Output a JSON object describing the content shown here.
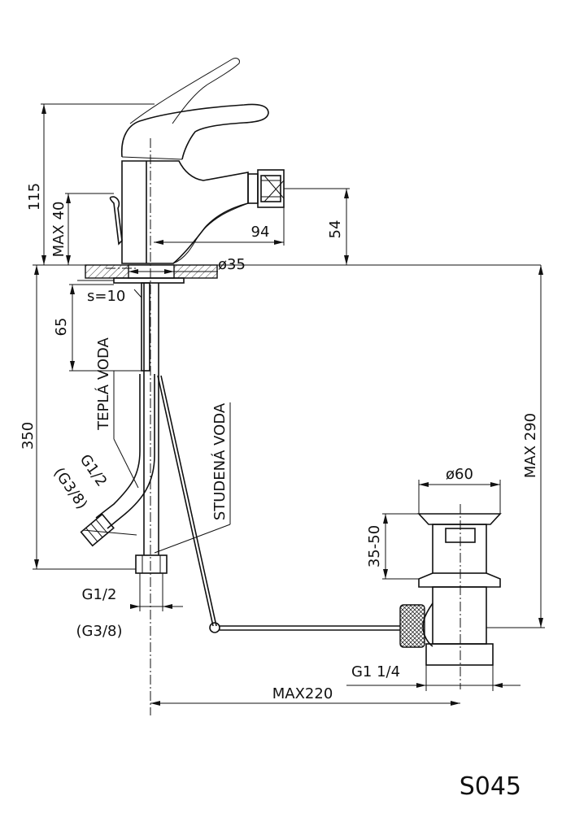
{
  "drawing": {
    "code": "S045",
    "dimensions": {
      "height_total": "115",
      "lever_max": "MAX 40",
      "spout_reach": "94",
      "spout_height": "54",
      "hole_dia": "ø35",
      "thickness": "s=10",
      "hose_depth": "65",
      "hose_length": "350",
      "max_height": "MAX  290",
      "waste_dia": "ø60",
      "plug_lift": "35-50",
      "max_reach": "MAX220"
    },
    "labels": {
      "hot_water": "TEPLÁ VODA",
      "cold_water": "STUDENÁ VODA",
      "thread_main": "G1/2",
      "thread_alt": "(G3/8)",
      "bottom_thread_main": "G1/2",
      "bottom_thread_alt": "(G3/8)",
      "waste_thread": "G1  1/4"
    }
  }
}
